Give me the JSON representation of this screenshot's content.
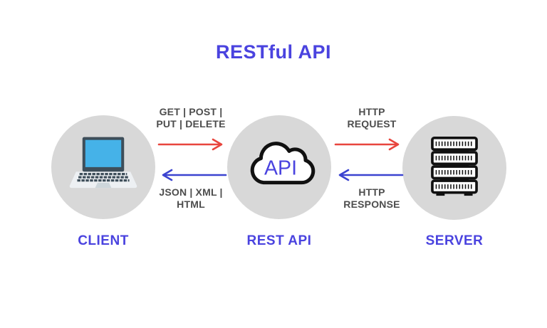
{
  "title": "RESTful API",
  "colors": {
    "accent": "#4a43df",
    "arrow_red": "#e8453e",
    "arrow_blue": "#3b43d0",
    "circle_gray": "#d8d8d8",
    "label_gray": "#4d4d4d",
    "ink": "#111111",
    "laptop_screen": "#45b2e8",
    "laptop_frame": "#3e4e5a",
    "laptop_body": "#edf0f3"
  },
  "nodes": {
    "client": {
      "label": "CLIENT",
      "icon": "laptop-icon"
    },
    "rest_api": {
      "label": "REST API",
      "icon": "cloud-icon",
      "cloud_text": "API"
    },
    "server": {
      "label": "SERVER",
      "icon": "server-icon"
    }
  },
  "flows": {
    "request_methods": {
      "line1": "GET | POST |",
      "line2": "PUT | DELETE",
      "direction": "right",
      "color": "#e8453e"
    },
    "response_formats": {
      "line1": "JSON | XML |",
      "line2": "HTML",
      "direction": "left",
      "color": "#3b43d0"
    },
    "http_request": {
      "line1": "HTTP",
      "line2": "REQUEST",
      "direction": "right",
      "color": "#e8453e"
    },
    "http_response": {
      "line1": "HTTP",
      "line2": "RESPONSE",
      "direction": "left",
      "color": "#3b43d0"
    }
  }
}
